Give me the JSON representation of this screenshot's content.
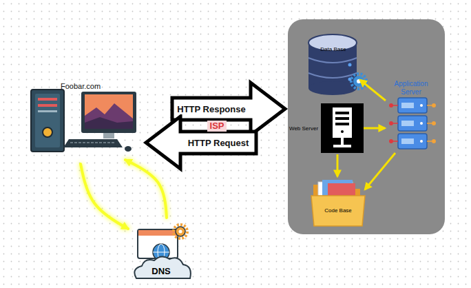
{
  "diagram": {
    "nodes": [
      {
        "text": [
          "Foobar.com"
        ]
      },
      {
        "text": [
          "Data Base"
        ]
      },
      {
        "text": [
          "Application Server"
        ]
      },
      {
        "text": [
          "Web Server"
        ]
      },
      {
        "text": [
          "Code Base"
        ]
      },
      {
        "text": [
          "DNS"
        ]
      }
    ],
    "edges": [
      {
        "from": 0,
        "to": 3,
        "label": "HTTP Response",
        "arrow": "to"
      },
      {
        "from": 3,
        "to": 0,
        "label": "HTTP Request",
        "arrow": "to"
      },
      {
        "from": 0,
        "to": 5,
        "arrow": "to"
      },
      {
        "from": 5,
        "to": 0,
        "arrow": "to"
      },
      {
        "from": 2,
        "to": 1,
        "arrow": "to"
      },
      {
        "from": 3,
        "to": 2,
        "arrow": "to"
      },
      {
        "from": 3,
        "to": 4,
        "arrow": "to"
      },
      {
        "from": 2,
        "to": 4,
        "arrow": "to"
      }
    ],
    "labels": [
      "ISP"
    ]
  }
}
